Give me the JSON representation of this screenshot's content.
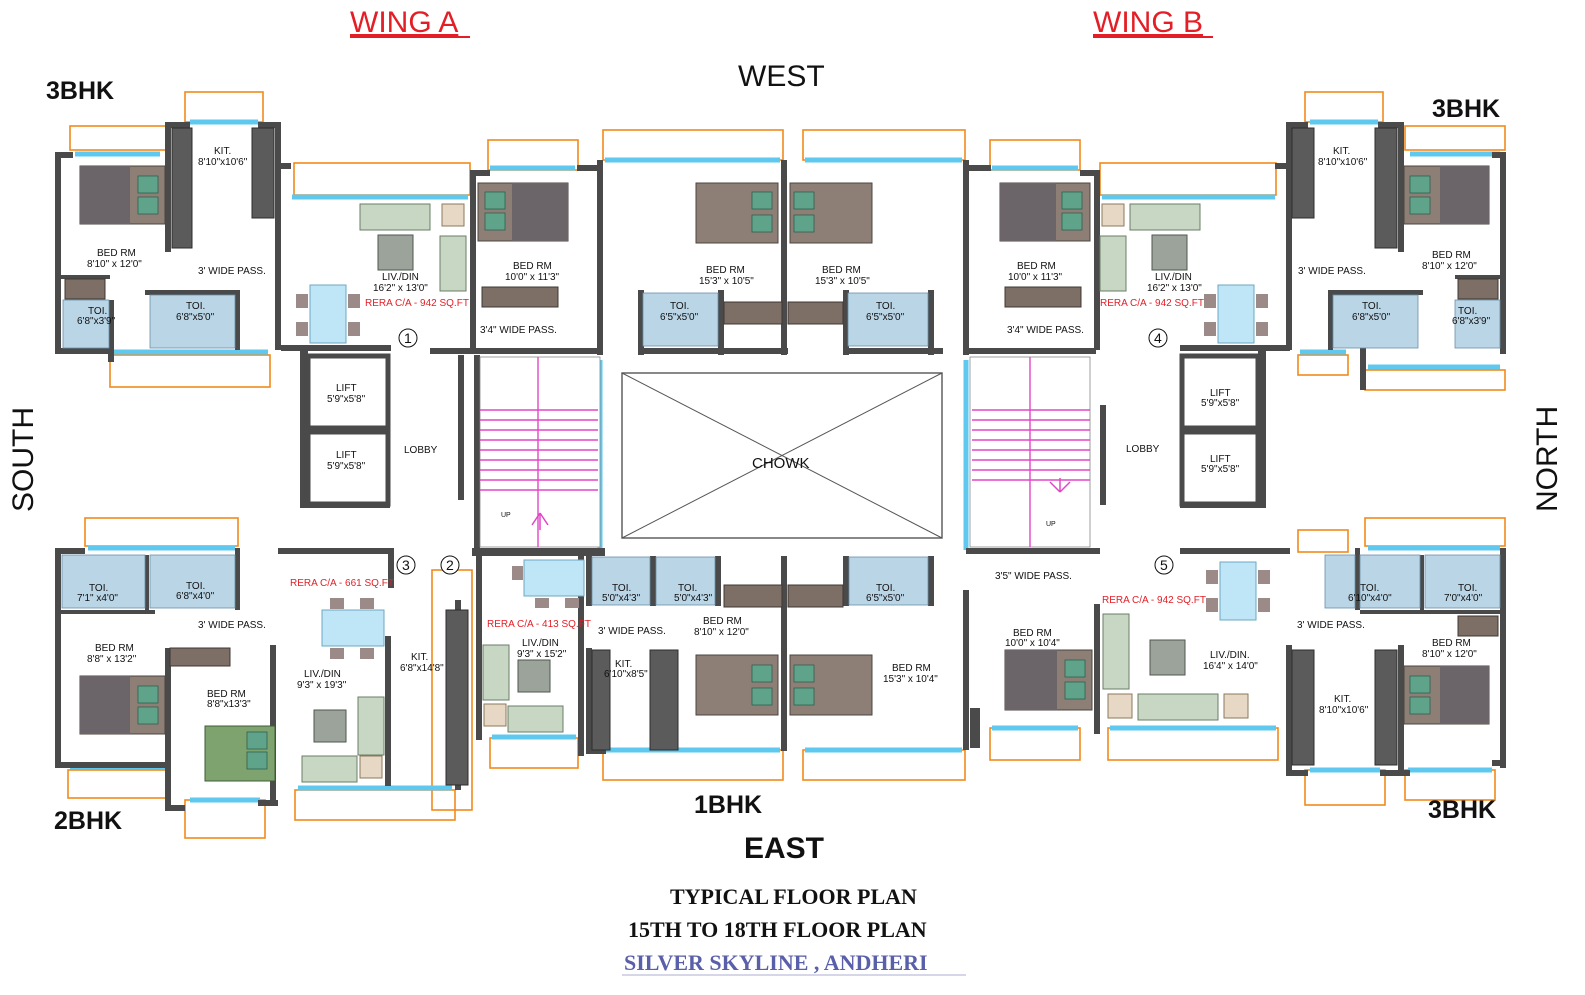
{
  "headings": {
    "wing_a": "WING A",
    "wing_b": "WING B",
    "west": "WEST",
    "east": "EAST",
    "south": "SOUTH",
    "north": "NORTH",
    "chowk": "CHOWK"
  },
  "unit_types": {
    "top_left": "3BHK",
    "top_right": "3BHK",
    "bottom_left": "2BHK",
    "bottom_center": "1BHK",
    "bottom_right": "3BHK"
  },
  "flat_numbers": [
    "1",
    "2",
    "3",
    "4",
    "5"
  ],
  "wing_a": {
    "flat1": {
      "kit_name": "KIT.",
      "kit_size": "8'10\"x10'6\"",
      "bed1_name": "BED RM",
      "bed1_size": "8'10\" x 12'0\"",
      "bed2_name": "BED RM",
      "bed2_size": "10'0\" x 11'3\"",
      "liv_name": "LIV./DIN",
      "liv_size": "16'2\" x 13'0\"",
      "toi1_name": "TOI.",
      "toi1_size": "6'8\"x3'9\"",
      "toi2_name": "TOI.",
      "toi2_size": "6'8\"x5'0\"",
      "pass1": "3' WIDE PASS.",
      "pass2": "3'4\" WIDE PASS.",
      "rera": "RERA C/A - 942 SQ.FT"
    },
    "flat_west_center": {
      "bed_name": "BED RM",
      "bed_size": "15'3\" x 10'5\"",
      "toi_name": "TOI.",
      "toi_size": "6'5\"x5'0\""
    },
    "lift1_name": "LIFT",
    "lift1_size": "5'9\"x5'8\"",
    "lift2_name": "LIFT",
    "lift2_size": "5'9\"x5'8\"",
    "lobby": "LOBBY",
    "up": "UP",
    "flat3": {
      "toi1_name": "TOI.",
      "toi1_size": "7'1\" x4'0\"",
      "toi2_name": "TOI.",
      "toi2_size": "6'8\"x4'0\"",
      "pass": "3' WIDE PASS.",
      "bed1_name": "BED RM",
      "bed1_size": "8'8\" x 13'2\"",
      "bed2_name": "BED RM",
      "bed2_size": "8'8\"x13'3\"",
      "liv_name": "LIV./DIN",
      "liv_size": "9'3\" x 19'3\"",
      "kit_name": "KIT.",
      "kit_size": "6'8\"x14'8\"",
      "rera": "RERA C/A - 661 SQ.FT"
    },
    "flat2": {
      "rera": "RERA C/A - 413 SQ.FT",
      "toi1_name": "TOI.",
      "toi1_size": "5'0\"x4'3\"",
      "toi2_name": "TOI.",
      "toi2_size": "5'0\"x4'3\"",
      "pass": "3' WIDE PASS.",
      "liv_name": "LIV./DIN",
      "liv_size": "9'3\" x 15'2\"",
      "kit_name": "KIT.",
      "kit_size": "6'10\"x8'5\"",
      "bed_name": "BED RM",
      "bed_size": "8'10\" x 12'0\""
    }
  },
  "wing_b": {
    "flat_west_center": {
      "bed_name": "BED RM",
      "bed_size": "15'3\" x 10'5\"",
      "toi_name": "TOI.",
      "toi_size": "6'5\"x5'0\""
    },
    "flat4": {
      "bed1_name": "BED RM",
      "bed1_size": "10'0\" x 11'3\"",
      "liv_name": "LIV./DIN",
      "liv_size": "16'2\" x 13'0\"",
      "rera": "RERA C/A - 942 SQ.FT",
      "pass1": "3'4\" WIDE PASS.",
      "kit_name": "KIT.",
      "kit_size": "8'10\"x10'6\"",
      "bed2_name": "BED RM",
      "bed2_size": "8'10\" x 12'0\"",
      "pass2": "3' WIDE PASS.",
      "toi1_name": "TOI.",
      "toi1_size": "6'8\"x5'0\"",
      "toi2_name": "TOI.",
      "toi2_size": "6'8\"x3'9\""
    },
    "lift1_name": "LIFT",
    "lift1_size": "5'9\"x5'8\"",
    "lift2_name": "LIFT",
    "lift2_size": "5'9\"x5'8\"",
    "lobby": "LOBBY",
    "up": "UP",
    "flat_east_center": {
      "toi_name": "TOI.",
      "toi_size": "6'5\"x5'0\"",
      "bed_name": "BED RM",
      "bed_size": "15'3\" x 10'4\""
    },
    "flat5": {
      "pass1": "3'5\" WIDE PASS.",
      "rera": "RERA C/A - 942 SQ.FT",
      "bed1_name": "BED RM",
      "bed1_size": "10'0\" x 10'4\"",
      "liv_name": "LIV./DIN.",
      "liv_size": "16'4\" x 14'0\"",
      "toi1_name": "TOI.",
      "toi1_size": "6'10\"x4'0\"",
      "toi2_name": "TOI.",
      "toi2_size": "7'0\"x4'0\"",
      "pass2": "3' WIDE PASS.",
      "kit_name": "KIT.",
      "kit_size": "8'10\"x10'6\"",
      "bed2_name": "BED RM",
      "bed2_size": "8'10\" x 12'0\""
    }
  },
  "footer": {
    "line1": "TYPICAL FLOOR PLAN",
    "line2": "15TH TO 18TH FLOOR PLAN",
    "line3": "SILVER SKYLINE , ANDHERI"
  }
}
